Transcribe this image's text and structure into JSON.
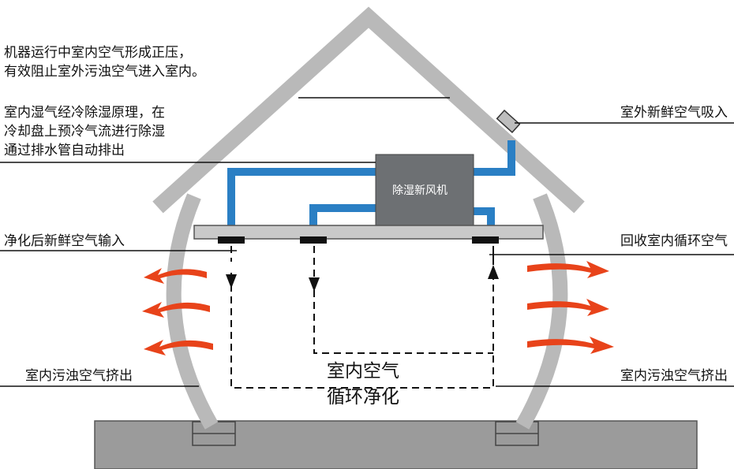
{
  "labels": {
    "positive_pressure_line1": "机器运行中室内空气形成正压，",
    "positive_pressure_line2": "有效阻止室外污浊空气进入室内。",
    "dehumidify_line1": "室内湿气经冷除湿原理，在",
    "dehumidify_line2": "冷却盘上预冷气流进行除湿",
    "dehumidify_line3": "通过排水管自动排出",
    "fresh_air_in_left": "净化后新鲜空气输入",
    "dirty_air_out_left": "室内污浊空气挤出",
    "fresh_air_intake_right": "室外新鲜空气吸入",
    "recycle_air_right": "回收室内循环空气",
    "dirty_air_out_right": "室内污浊空气挤出",
    "unit_label": "除湿新风机",
    "circulation_line1": "室内空气",
    "circulation_line2": "循环净化"
  },
  "colors": {
    "house_outline": "#b9b9b9",
    "duct": "#2a7fc4",
    "unit_box": "#6d7073",
    "ceiling_slab": "#c9c9c9",
    "ground": "#9b9b9b",
    "arrow_red": "#e8431a",
    "line": "#111111"
  }
}
